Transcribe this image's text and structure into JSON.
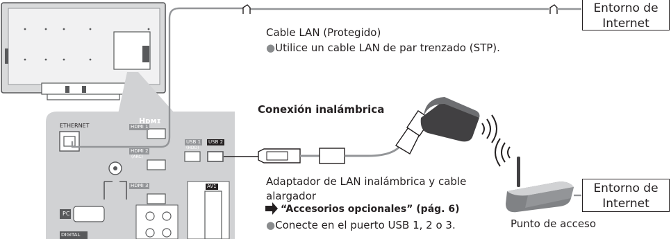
{
  "lan": {
    "cable_label": "Cable LAN (Protegido)",
    "note": "Utilice un cable LAN de par trenzado (STP)."
  },
  "wireless": {
    "heading": "Conexión inalámbrica",
    "adapter_line1": "Adaptador de LAN inalámbrica y cable",
    "adapter_line2": "alargador",
    "reference": "“Accesorios opcionales” (pág. 6)",
    "note": "Conecte en el puerto USB 1, 2 o 3."
  },
  "internet_boxes": [
    {
      "line1": "Entorno de",
      "line2": "Internet"
    },
    {
      "line1": "Entorno de",
      "line2": "Internet"
    }
  ],
  "access_point_label": "Punto de acceso",
  "tv_panel": {
    "hdmi_logo": "Hᴅᴍɪ",
    "ethernet": "ETHERNET",
    "hdmi1": "HDMI 1",
    "hdmi2": "HDMI 2",
    "arc": "(ARC)",
    "hdmi3": "HDMI 3",
    "usb1": "USB 1",
    "hdd": "(HDD)",
    "usb2": "USB 2",
    "pc": "PC",
    "av1": "AV1",
    "digital": "DIGITAL"
  },
  "colors": {
    "panel_grey": "#d1d2d4",
    "dark_grey": "#58595b",
    "cable_grey": "#939598",
    "text": "#231f20"
  }
}
